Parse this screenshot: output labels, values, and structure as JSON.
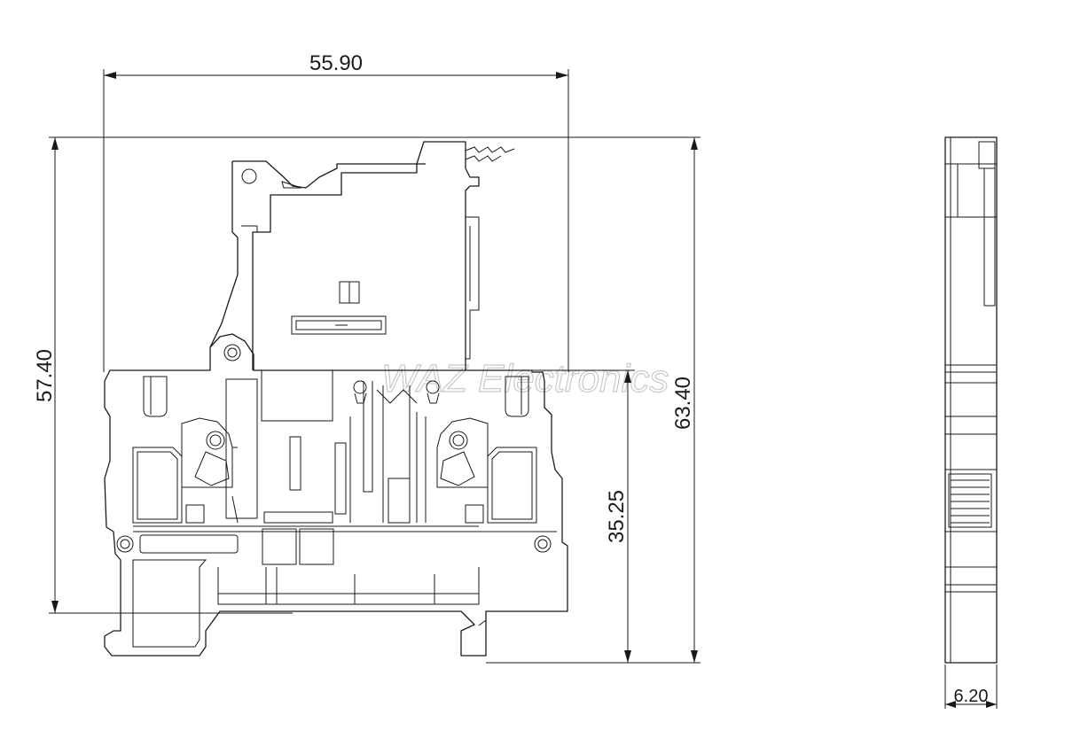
{
  "dimensions": {
    "overall_width": "55.90",
    "left_height": "57.40",
    "right_height": "63.40",
    "inner_height": "35.25",
    "side_width": "6.20"
  },
  "watermark": "WAZ Electronics"
}
